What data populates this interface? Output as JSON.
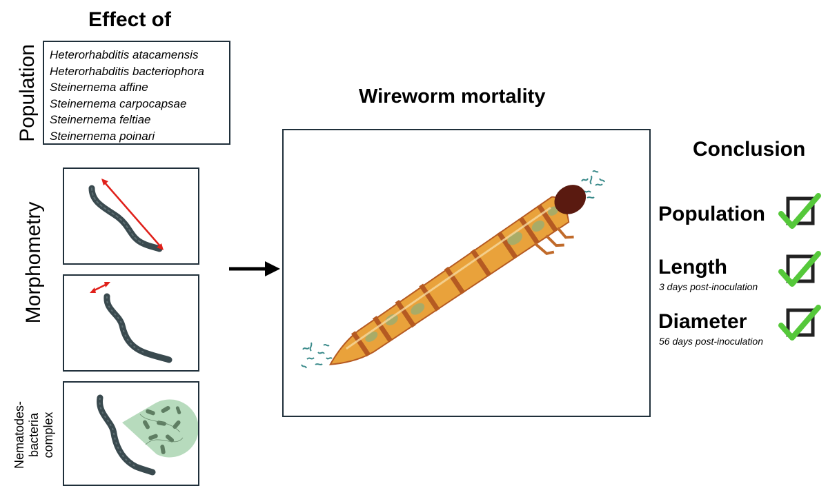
{
  "left": {
    "title": "Effect of",
    "population_label": "Population",
    "species": [
      "Heterorhabditis atacamensis",
      "Heterorhabditis bacteriophora",
      "Steinernema affine",
      "Steinernema carpocapsae",
      "Steinernema feltiae",
      "Steinernema poinari"
    ],
    "morphometry_label": "Morphometry",
    "complex_label_lines": [
      "Nematodes-",
      "bacteria",
      "complex"
    ]
  },
  "center": {
    "title": "Wireworm mortality"
  },
  "right": {
    "title": "Conclusion",
    "items": [
      {
        "label": "Population",
        "note": ""
      },
      {
        "label": "Length",
        "note": "3 days post-inoculation"
      },
      {
        "label": "Diameter",
        "note": "56 days post-inoculation"
      }
    ]
  },
  "colors": {
    "box_border": "#1f2f3a",
    "nematode": "#3a4a4f",
    "measure_arrow": "#e0201a",
    "larva_body": "#e9a23b",
    "larva_band": "#b55a22",
    "larva_head": "#5a1a10",
    "bacteria_cloud": "#9fcfa7",
    "check": "#55c83a"
  },
  "icons": [
    "nematode-icon",
    "red-double-arrow-icon",
    "bacteria-bubble-icon",
    "black-right-arrow-icon",
    "wireworm-larva-icon",
    "checkbox-icon",
    "green-check-icon"
  ]
}
